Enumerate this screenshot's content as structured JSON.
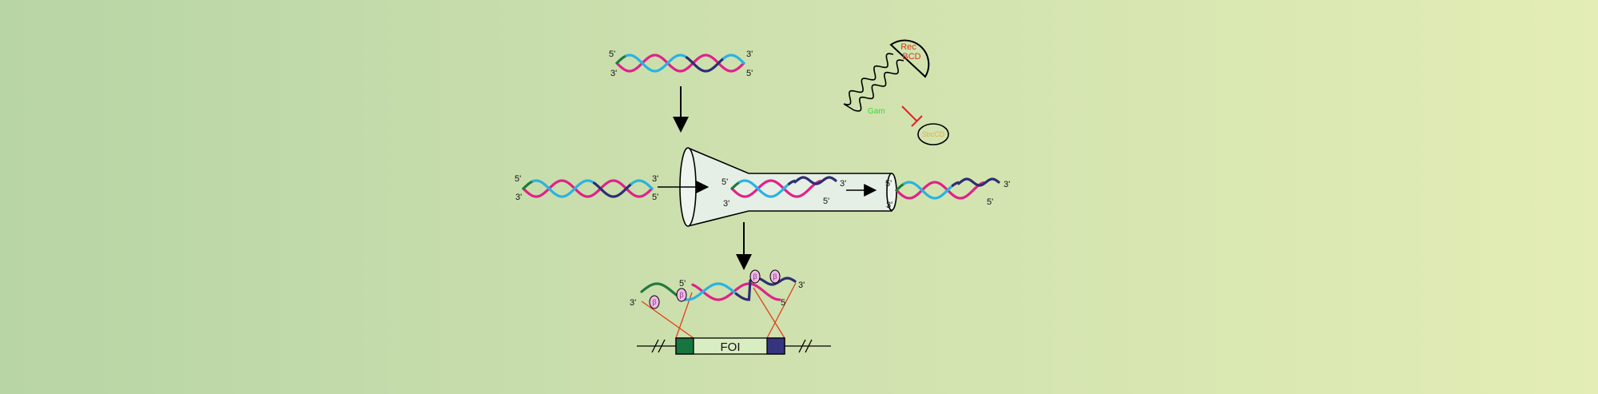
{
  "labels": {
    "five_prime": "5'",
    "three_prime": "3'",
    "five_prime_bare": "5",
    "recbcd_line1": "Rec",
    "recbcd_line2": "BCD",
    "gam": "Gam",
    "sbccd": "SbcCD",
    "foi": "FOI",
    "beta": "β"
  },
  "colors": {
    "magenta": "#e0218a",
    "cyan": "#29b3e0",
    "navy": "#2e2e72",
    "green": "#1f7a3c",
    "foi_left_box": "#17753f",
    "foi_right_box": "#35357f",
    "recbcd_text": "#d63a1f",
    "gam_text": "#33dd33",
    "sbccd_text": "#e0b050",
    "inhibition": "#e02020",
    "crossover_lines": "#e0401a",
    "beta_fill": "#f0b8e8"
  }
}
